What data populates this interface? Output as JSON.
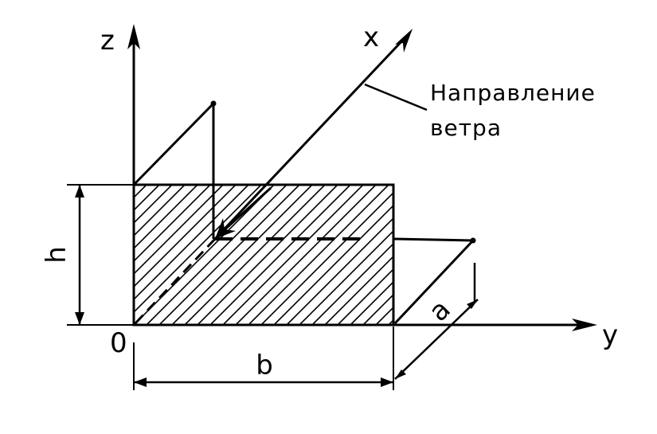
{
  "labels": {
    "z_axis": "z",
    "x_axis": "x",
    "y_axis": "y",
    "origin": "0",
    "height": "h",
    "width": "b",
    "depth": "a",
    "wind_direction_line1": "Направление",
    "wind_direction_line2": "ветра"
  },
  "colors": {
    "ink": "#000000",
    "background": "#ffffff"
  }
}
